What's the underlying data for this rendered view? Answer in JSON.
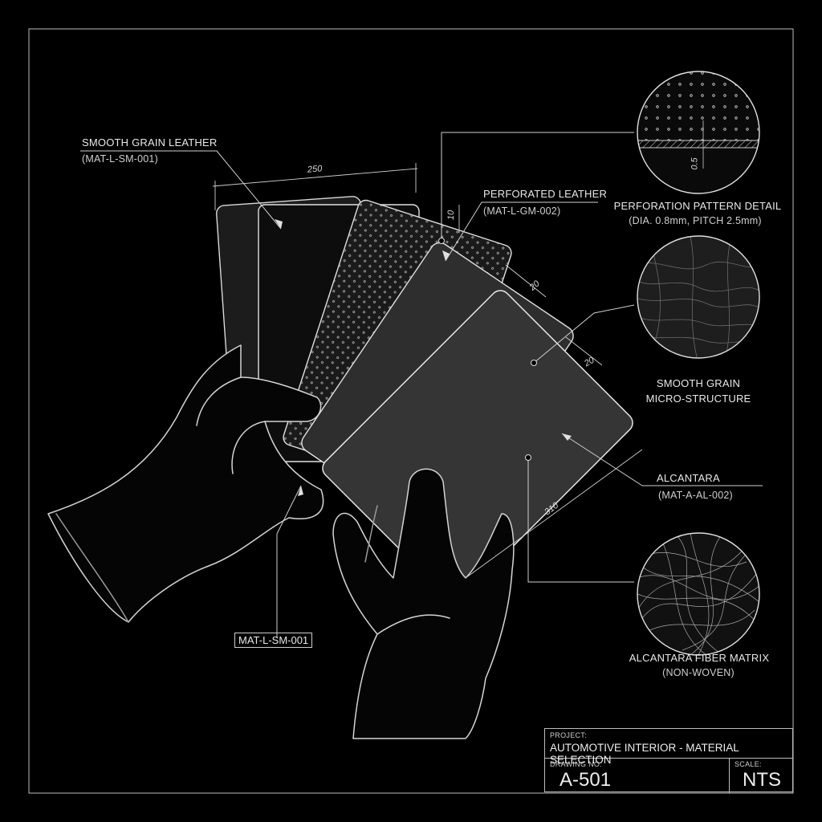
{
  "callouts": {
    "smooth_leather": {
      "title": "SMOOTH GRAIN LEATHER",
      "code": "(MAT-L-SM-001)"
    },
    "perforated_leather": {
      "title": "PERFORATED LEATHER",
      "code": "(MAT-L-GM-002)"
    },
    "alcantara": {
      "title": "ALCANTARA",
      "code": "(MAT-A-AL-002)"
    },
    "bottom_tag": "MAT-L-SM-001"
  },
  "details": {
    "perforation": {
      "title": "PERFORATION PATTERN DETAIL",
      "spec": "(DIA. 0.8mm, PITCH 2.5mm)",
      "inset_dim": "0.5"
    },
    "smooth_grain": {
      "title": "SMOOTH GRAIN",
      "subtitle": "MICRO-STRUCTURE"
    },
    "alcantara_fiber": {
      "title": "ALCANTARA FIBER MATRIX",
      "subtitle": "(NON-WOVEN)"
    }
  },
  "dimensions": {
    "width_top": "250",
    "offset_a": "10",
    "offset_b": "20",
    "offset_c": "20",
    "length": "310"
  },
  "title_block": {
    "project_caption": "PROJECT:",
    "project_value": "AUTOMOTIVE INTERIOR - MATERIAL SELECTION",
    "drawing_caption": "DRAWING NO:",
    "drawing_value": "A-501",
    "scale_caption": "SCALE:",
    "scale_value": "NTS"
  },
  "colors": {
    "background": "#000000",
    "line": "#d9d9d9",
    "swatch_dark": "#1a1a1a",
    "swatch_mid": "#3a3a3a"
  }
}
